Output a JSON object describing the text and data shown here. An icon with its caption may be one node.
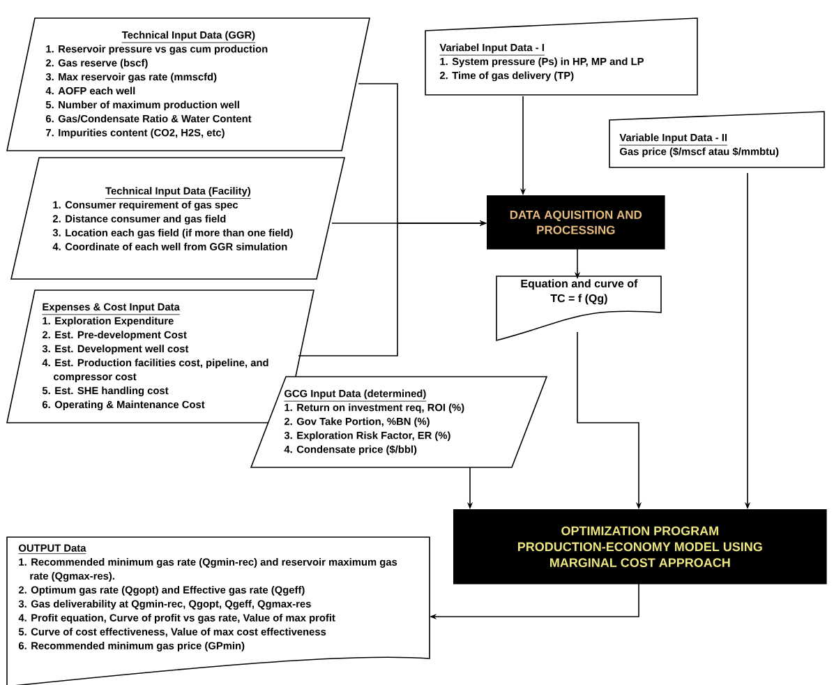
{
  "diagram": {
    "nodes": [
      {
        "text": [
          "Technical Input Data (GGR)",
          "1. Reservoir pressure vs gas cum production",
          "2. Gas reserve (bscf)",
          "3. Max reservoir gas rate (mmscfd)",
          "4. AOFP each well",
          "5. Number of maximum production well",
          "6. Gas/Condensate Ratio & Water Content",
          "7. Impurities content (CO2, H2S, etc)"
        ]
      },
      {
        "text": [
          "Technical Input Data (Facility)",
          "1. Consumer requirement of gas spec",
          "2. Distance consumer and gas field",
          "3. Location each gas field (if more than one field)",
          "4. Coordinate of each well from GGR simulation"
        ]
      },
      {
        "text": [
          "Expenses & Cost Input Data",
          "1. Exploration Expenditure",
          "2. Est. Pre-development Cost",
          "3. Est. Development well cost",
          "4. Est. Production facilities cost, pipeline, and compressor cost",
          "5. Est. SHE handling cost",
          "6. Operating & Maintenance Cost"
        ]
      },
      {
        "text": [
          "Variabel Input Data - I",
          "1. System pressure (Ps) in HP, MP and LP",
          "2. Time of gas delivery (TP)"
        ]
      },
      {
        "text": [
          "Variable Input Data - II",
          "Gas price ($/mscf atau $/mmbtu)"
        ]
      },
      {
        "text": [
          "DATA AQUISITION AND PROCESSING"
        ]
      },
      {
        "text": [
          "Equation and curve of TC = f (Qg)"
        ]
      },
      {
        "text": [
          "GCG Input Data (determined)",
          "1. Return on investment req, ROI (%)",
          "2. Gov Take Portion, %BN (%)",
          "3. Exploration Risk Factor, ER (%)",
          "4. Condensate price ($/bbl)"
        ]
      },
      {
        "text": [
          "OPTIMIZATION PROGRAM PRODUCTION-ECONOMY MODEL USING MARGINAL COST APPROACH"
        ]
      },
      {
        "text": [
          "OUTPUT Data",
          "1. Recommended minimum gas rate (Qgmin-rec) and reservoir maximum gas rate (Qgmax-res).",
          "2. Optimum gas rate (Qgopt) and Effective gas rate (Qgeff)",
          "3. Gas deliverability at Qgmin-rec, Qgopt, Qgeff, Qgmax-res",
          "4. Profit equation, Curve of profit vs gas rate, Value of max profit",
          "5. Curve of cost effectiveness, Value of max cost effectiveness",
          "6. Recommended minimum gas price (GPmin)"
        ]
      }
    ],
    "edges": [
      {
        "from": 0,
        "to": 5,
        "arrow": "to"
      },
      {
        "from": 1,
        "to": 5,
        "arrow": "to"
      },
      {
        "from": 2,
        "to": 5,
        "arrow": "to"
      },
      {
        "from": 3,
        "to": 5,
        "arrow": "to"
      },
      {
        "from": 5,
        "to": 6,
        "arrow": "to"
      },
      {
        "from": 6,
        "to": 8,
        "arrow": "to"
      },
      {
        "from": 4,
        "to": 8,
        "arrow": "to"
      },
      {
        "from": 7,
        "to": 8,
        "arrow": "to"
      },
      {
        "from": 8,
        "to": 9,
        "arrow": "to"
      }
    ]
  }
}
